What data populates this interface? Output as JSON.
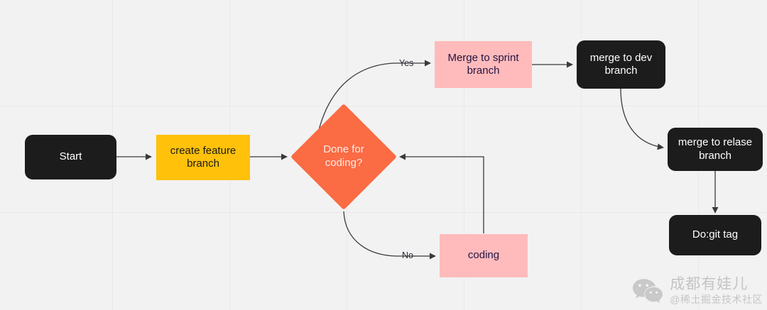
{
  "diagram": {
    "title": "Git branching workflow flowchart",
    "background_color": "#f2f2f2",
    "colors": {
      "dark": "#1c1c1c",
      "yellow": "#ffc10a",
      "pink": "#ffbbbb",
      "orange": "#fb6b44",
      "edge": "#3a3a3a",
      "pink_text": "#231342"
    },
    "nodes": {
      "start": {
        "label": "Start",
        "shape": "rounded-rect",
        "color": "#1c1c1c"
      },
      "create_feature_branch": {
        "label": "create feature branch",
        "shape": "rect",
        "color": "#ffc10a"
      },
      "decision": {
        "label": "Done for coding?",
        "shape": "diamond",
        "color": "#fb6b44"
      },
      "merge_to_sprint": {
        "label": "Merge to sprint branch",
        "shape": "rect",
        "color": "#ffbbbb"
      },
      "merge_to_dev": {
        "label": "merge to dev branch",
        "shape": "rounded-rect",
        "color": "#1c1c1c"
      },
      "merge_to_release": {
        "label": "merge to relase branch",
        "shape": "rounded-rect",
        "color": "#1c1c1c"
      },
      "git_tag": {
        "label": "Do:git tag",
        "shape": "rounded-rect",
        "color": "#1c1c1c"
      },
      "coding": {
        "label": "coding",
        "shape": "rect",
        "color": "#ffbbbb"
      }
    },
    "edge_labels": {
      "yes": "Yes",
      "no": "No"
    }
  },
  "watermark": {
    "icon": "wechat-icon",
    "title": "成都有娃儿",
    "subtitle": "@稀土掘金技术社区"
  }
}
